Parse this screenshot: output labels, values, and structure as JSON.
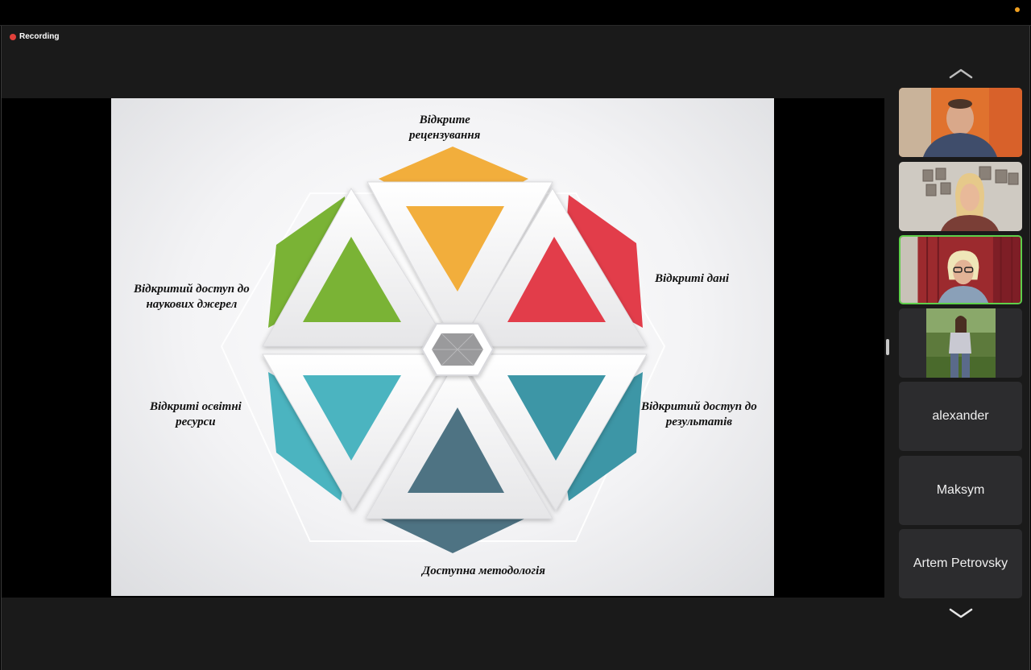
{
  "recording": {
    "label": "Recording"
  },
  "slide": {
    "labels": {
      "top": [
        "Відкрите",
        "рецензування"
      ],
      "right_top": [
        "Відкриті дані"
      ],
      "left_top": [
        "Відкритий доступ до",
        "наукових джерел"
      ],
      "left_bottom": [
        "Відкриті освітні",
        "ресурси"
      ],
      "right_bottom": [
        "Відкритий доступ до",
        "результатів"
      ],
      "bottom": [
        "Доступна методологія"
      ]
    },
    "colors": {
      "orange": "#f2ae3c",
      "red": "#e23d4a",
      "green": "#7ab335",
      "teal_light": "#4bb4c0",
      "teal_mid": "#3d96a6",
      "slate": "#4e7383"
    }
  },
  "participants": [
    {
      "type": "video",
      "scene": "man-orange-wall"
    },
    {
      "type": "video",
      "scene": "woman-framed-wall"
    },
    {
      "type": "video",
      "scene": "woman-red-curtains",
      "active": true
    },
    {
      "type": "video",
      "scene": "woman-outdoors"
    },
    {
      "type": "name",
      "name": "alexander"
    },
    {
      "type": "name",
      "name": "Maksym"
    },
    {
      "type": "name",
      "name": "Artem Petrovsky"
    }
  ],
  "icons": {
    "up": "chevron-up-icon",
    "down": "chevron-down-icon"
  }
}
